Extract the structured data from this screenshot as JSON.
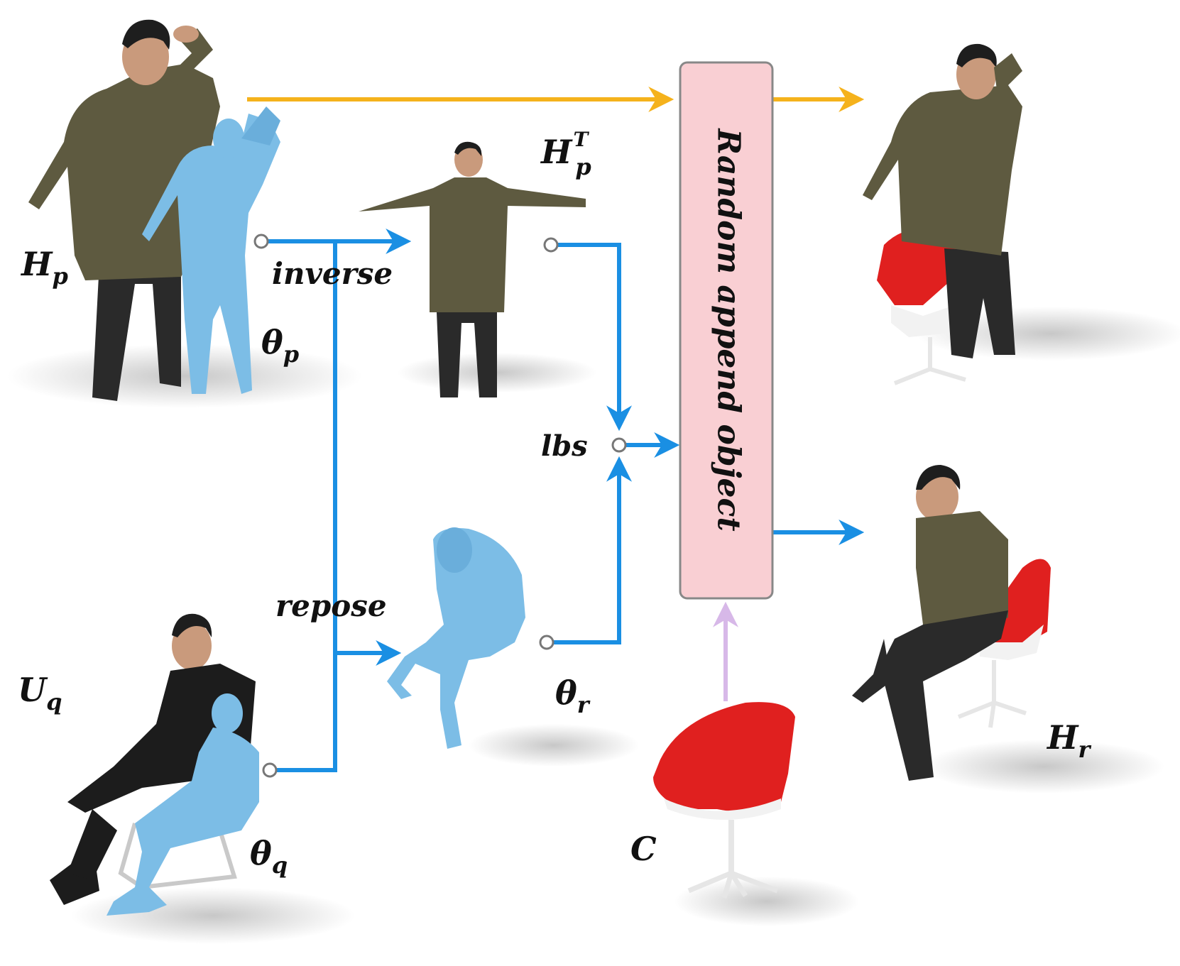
{
  "diagram": {
    "labels": {
      "hp": {
        "base": "H",
        "sub": "p"
      },
      "theta_p": {
        "base": "θ",
        "sub": "p"
      },
      "hpt": {
        "base": "H",
        "sub": "p",
        "sup": "T"
      },
      "uq": {
        "base": "U",
        "sub": "q"
      },
      "theta_q": {
        "base": "θ",
        "sub": "q"
      },
      "theta_r": {
        "base": "θ",
        "sub": "r"
      },
      "c": {
        "base": "C"
      },
      "hr": {
        "base": "H",
        "sub": "r"
      },
      "inverse": "inverse",
      "repose": "repose",
      "lbs": "lbs"
    },
    "box_text": "Random append object",
    "colors": {
      "arrow_blue": "#1a8fe3",
      "arrow_orange": "#f5b21c",
      "arrow_lavender": "#d7b8e8",
      "box_fill": "#f9cfd3",
      "box_stroke": "#888888",
      "skin_blue": "#7cbde6",
      "jacket": "#5e5a40",
      "pants": "#2a2a2a",
      "chair_red": "#e0201f"
    }
  }
}
